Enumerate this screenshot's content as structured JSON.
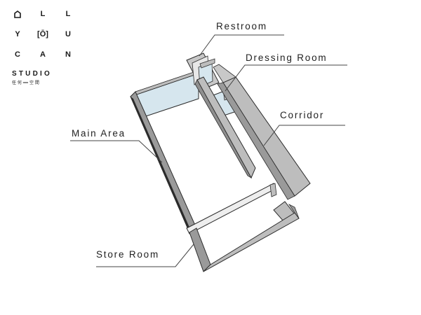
{
  "logo": {
    "rows": [
      [
        "",
        "L",
        "L"
      ],
      [
        "Y",
        "[Ō]",
        "U"
      ],
      [
        "C",
        "A",
        "N"
      ]
    ],
    "studio": "STUDIO",
    "cjk": "任 何 ━━ 空 間"
  },
  "labels": {
    "restroom": "Restroom",
    "dressing_room": "Dressing Room",
    "corridor": "Corridor",
    "main_area": "Main Area",
    "store_room": "Store Room"
  },
  "colors": {
    "wall_fill": "#bdbdbd",
    "wall_dark": "#9a9a9a",
    "wall_edge": "#2b2b2b",
    "glass": "#d6e6ee",
    "floor": "#ffffff"
  },
  "icons": {
    "logo_mark": "house-outline-icon"
  }
}
